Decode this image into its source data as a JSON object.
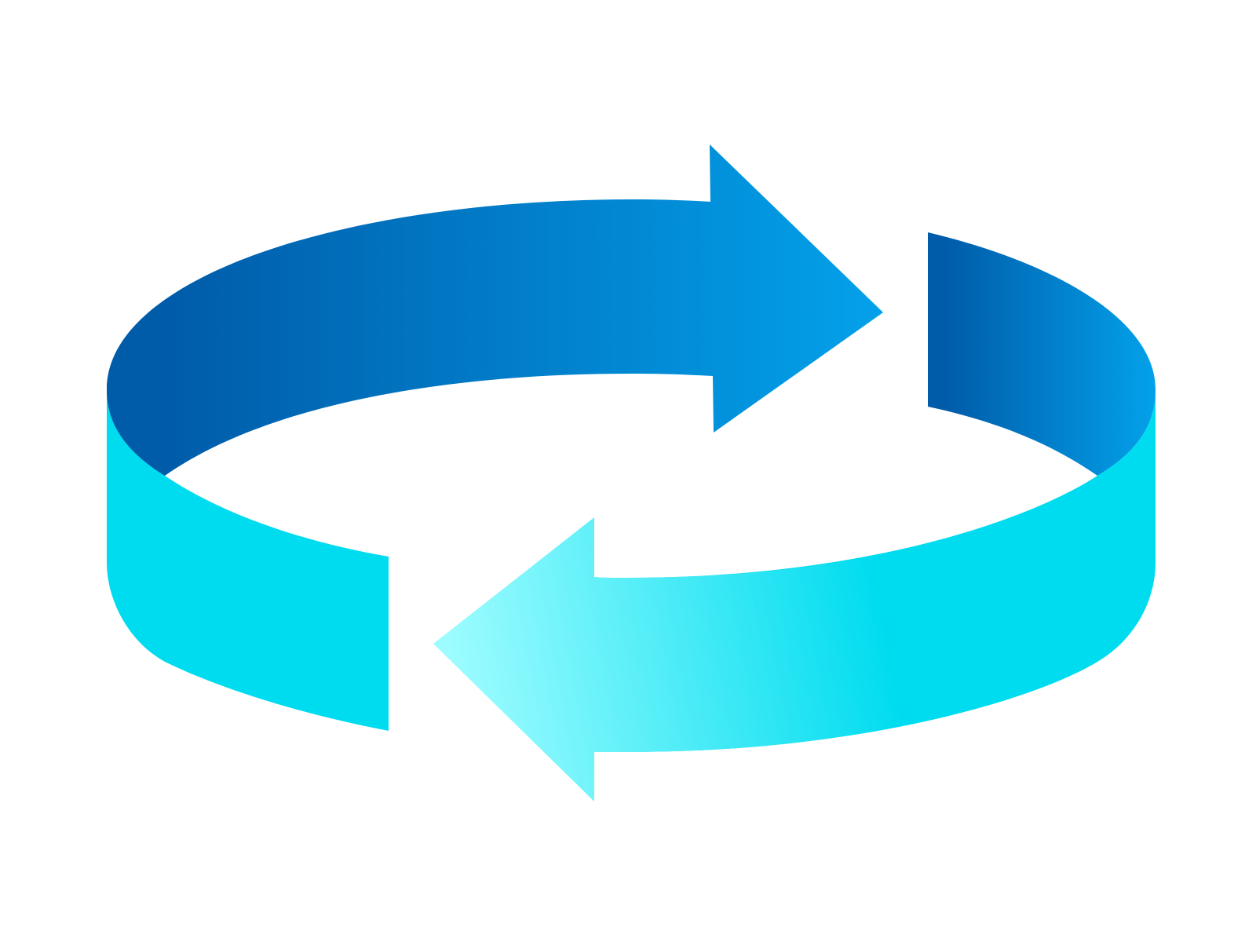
{
  "diagram": {
    "kind": "circular-refresh-arrows",
    "direction": "clockwise",
    "colors": {
      "background": "#ffffff",
      "top_arrow_start": "#005ba9",
      "top_arrow_end": "#03a1ea",
      "side_band": "#00dcef",
      "bottom_arrow_tip": "#9cfcff",
      "bottom_arrow_body": "#00dcef"
    },
    "parts": [
      {
        "name": "top-arrow",
        "color_role": "dark-blue-gradient",
        "points_to": "right"
      },
      {
        "name": "right-band-top",
        "color_role": "dark-blue-gradient"
      },
      {
        "name": "right-band-side",
        "color_role": "cyan"
      },
      {
        "name": "left-band-top",
        "color_role": "dark-blue-gradient"
      },
      {
        "name": "left-band-side",
        "color_role": "cyan"
      },
      {
        "name": "bottom-arrow",
        "color_role": "cyan-gradient",
        "points_to": "left"
      }
    ]
  }
}
